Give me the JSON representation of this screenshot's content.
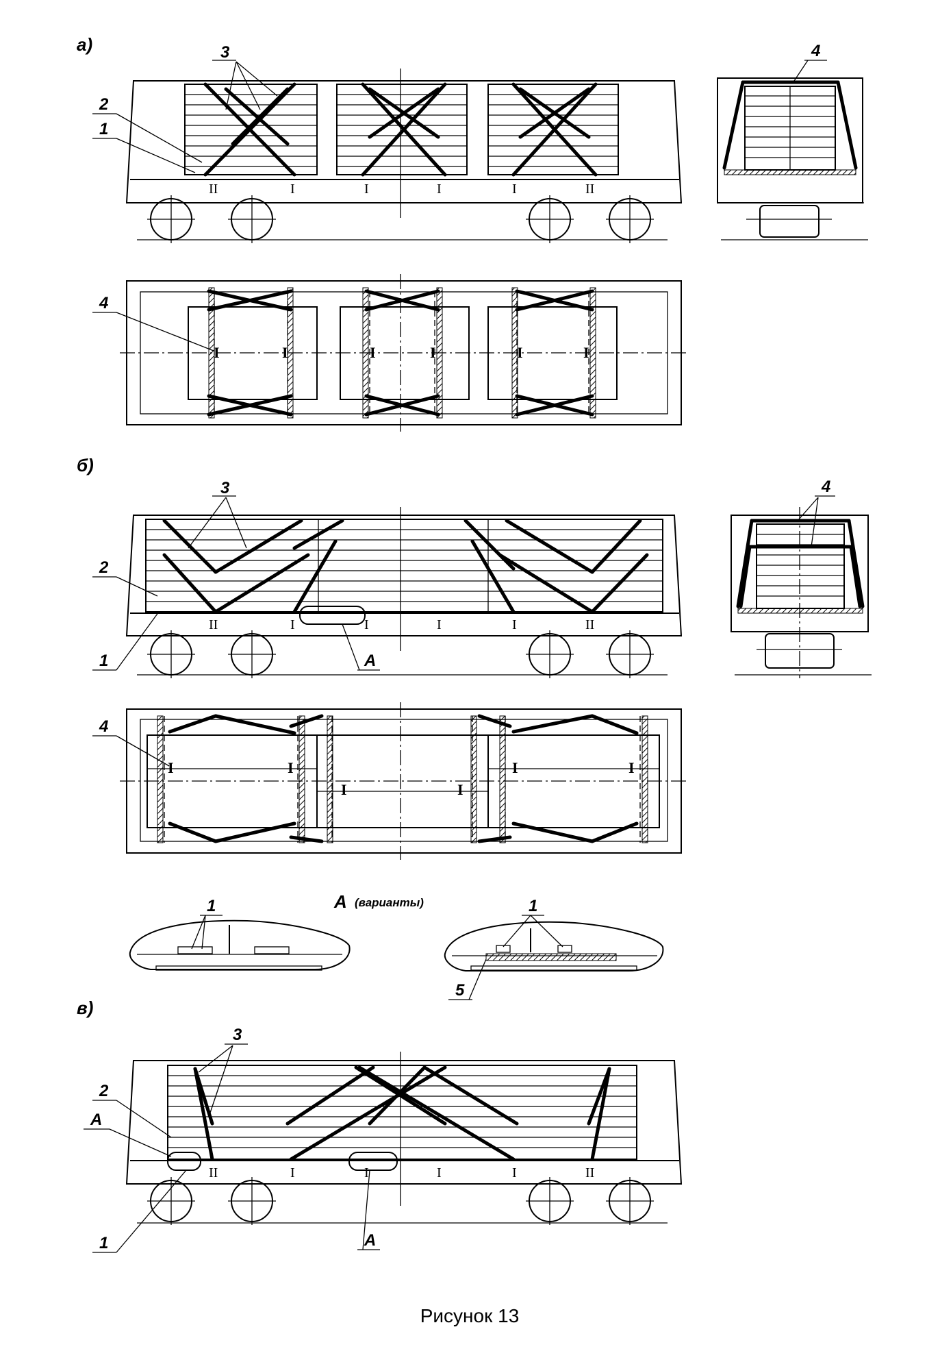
{
  "labels": {
    "section_a": "а)",
    "section_b": "б)",
    "section_v": "в)",
    "n1": "1",
    "n2": "2",
    "n3": "3",
    "n4": "4",
    "n5": "5",
    "A": "А",
    "variants": "(варианты)",
    "roman_I": "I",
    "roman_II": "II"
  },
  "caption": "Рисунок 13"
}
